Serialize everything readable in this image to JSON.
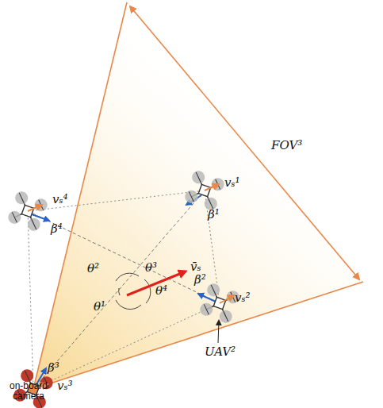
{
  "diagram": {
    "labels": [
      "FOV³",
      "vₛ¹",
      "β¹",
      "vₛ⁴",
      "β⁴",
      "θ²",
      "θ³",
      "v̄ₛ",
      "θ⁴",
      "θ¹",
      "β²",
      "vₛ²",
      "β³",
      "vₛ³",
      "UAV²",
      "on-board camera"
    ]
  }
}
